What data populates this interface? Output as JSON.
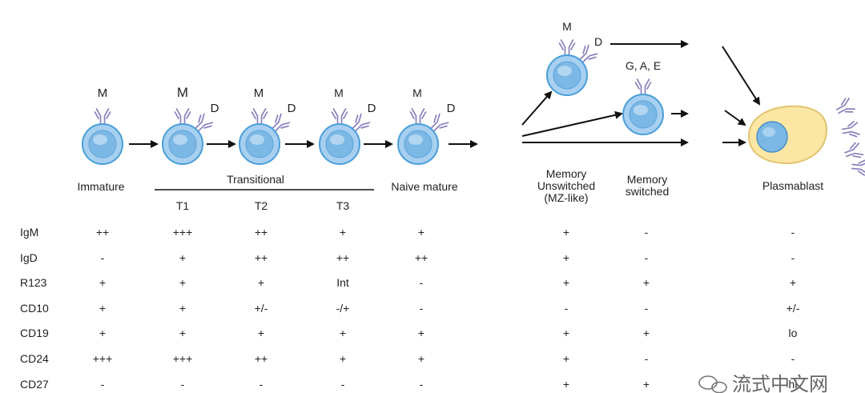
{
  "colors": {
    "cell_outer": "#a7cff0",
    "cell_outer_stroke": "#4a9fd8",
    "cell_nucleus": "#7cb8e5",
    "nucleus_highlight": "#c9e3f7",
    "plasmablast_body": "#fbe7a3",
    "plasmablast_stroke": "#e1c46f",
    "antibody": "#8a7fba",
    "arrow": "#111111",
    "text": "#222222"
  },
  "cells": [
    {
      "id": "immature",
      "receptors": [
        "M"
      ]
    },
    {
      "id": "t1",
      "receptors": [
        "M",
        "D"
      ]
    },
    {
      "id": "t2",
      "receptors": [
        "M",
        "D"
      ]
    },
    {
      "id": "t3",
      "receptors": [
        "M",
        "D"
      ]
    },
    {
      "id": "naive",
      "receptors": [
        "M",
        "D"
      ]
    },
    {
      "id": "memory-unswitched",
      "receptors": [
        "M",
        "D"
      ]
    },
    {
      "id": "memory-switched",
      "receptors": [
        "G, A, E"
      ]
    },
    {
      "id": "plasmablast",
      "receptors": []
    }
  ],
  "stages": {
    "immature": "Immature",
    "transitional": "Transitional",
    "t1": "T1",
    "t2": "T2",
    "t3": "T3",
    "naive_mature": "Naive mature",
    "memory_unswitched": [
      "Memory",
      "Unswitched",
      "(MZ-like)"
    ],
    "memory_switched": [
      "Memory",
      "switched"
    ],
    "plasmablast": "Plasmablast"
  },
  "table": {
    "rows": [
      {
        "marker": "IgM",
        "values": [
          "++",
          "+++",
          "++",
          "+",
          "+",
          "+",
          "-",
          "-"
        ]
      },
      {
        "marker": "IgD",
        "values": [
          "-",
          "+",
          "++",
          "++",
          "++",
          "+",
          "-",
          "-"
        ]
      },
      {
        "marker": "R123",
        "values": [
          "+",
          "+",
          "+",
          "Int",
          "-",
          "+",
          "+",
          "+"
        ]
      },
      {
        "marker": "CD10",
        "values": [
          "+",
          "+",
          "+/-",
          "-/+",
          "-",
          "-",
          "-",
          "+/-"
        ]
      },
      {
        "marker": "CD19",
        "values": [
          "+",
          "+",
          "+",
          "+",
          "+",
          "+",
          "+",
          "lo"
        ]
      },
      {
        "marker": "CD24",
        "values": [
          "+++",
          "+++",
          "++",
          "+",
          "+",
          "+",
          "-",
          "-"
        ]
      },
      {
        "marker": "CD27",
        "values": [
          "-",
          "-",
          "-",
          "-",
          "-",
          "+",
          "+",
          "hi"
        ]
      }
    ]
  },
  "watermark": "流式中文网"
}
